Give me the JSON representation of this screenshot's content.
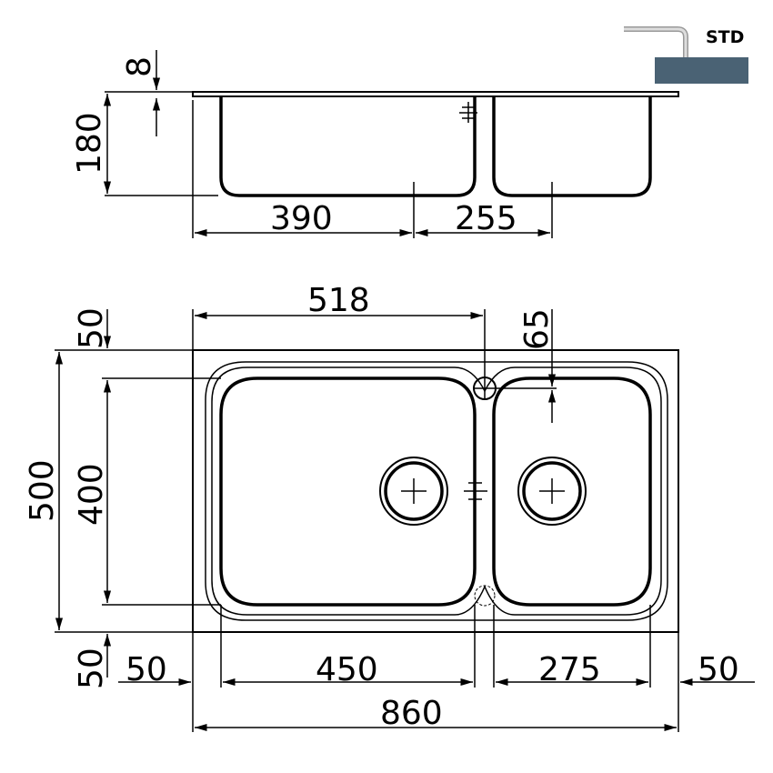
{
  "badge": {
    "label": "STD",
    "color": "#4a6274"
  },
  "side_view": {
    "lip": "8",
    "depth": "180",
    "left_drain": "390",
    "right_drain": "255"
  },
  "top_view": {
    "tap_offset": "518",
    "tap_depth": "65",
    "margin_top": "50",
    "overall_depth": "500",
    "bowl_depth": "400",
    "margin_bottom": "50",
    "margin_left": "50",
    "left_bowl_width": "450",
    "right_bowl_width": "275",
    "margin_right": "50",
    "overall_width": "860"
  }
}
